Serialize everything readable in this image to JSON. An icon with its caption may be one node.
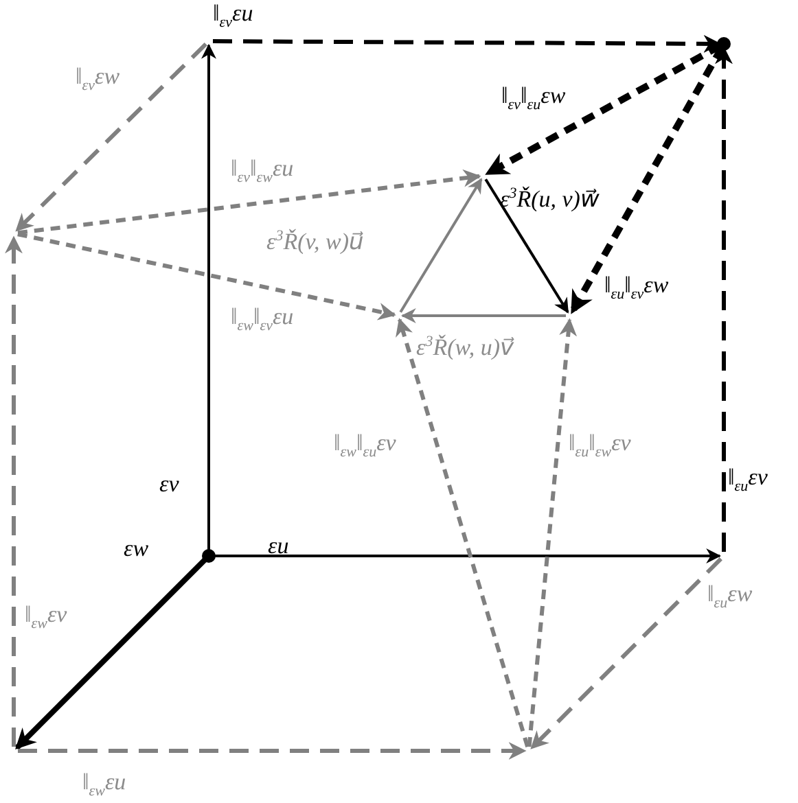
{
  "diagram": {
    "labels": [
      "‖$_{εv}$εu",
      "‖$_{εv}$εw",
      "‖$_{εv}$‖$_{εu}$εw",
      "‖$_{εv}$‖$_{εw}$εu",
      "ε$^{3}$Ř(u, v)w⃗",
      "ε$^{3}$Ř(v, w)u⃗",
      "‖$_{εu}$‖$_{εv}$εw",
      "‖$_{εw}$‖$_{εv}$εu",
      "ε$^{3}$Ř(w, u)v⃗",
      "‖$_{εw}$‖$_{εu}$εv",
      "‖$_{εu}$‖$_{εw}$εv",
      "‖$_{εu}$εv",
      "εv",
      "εu",
      "εw",
      "‖$_{εu}$εw",
      "‖$_{εw}$εv",
      "‖$_{εw}$εu"
    ]
  }
}
